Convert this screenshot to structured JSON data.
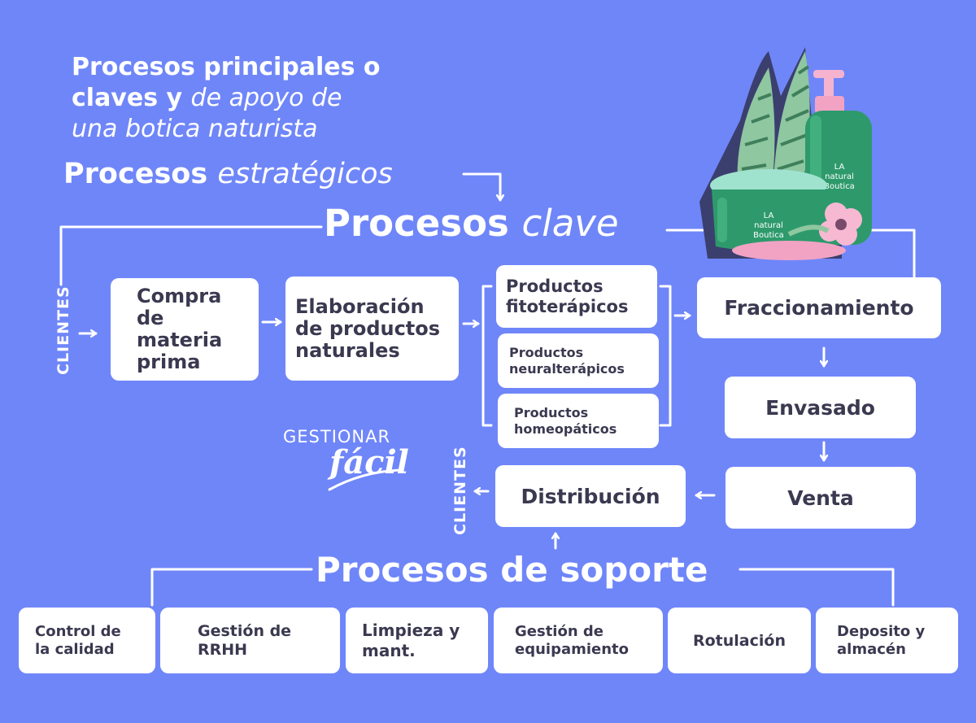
{
  "title": {
    "line1": "Procesos principales o",
    "line2_bold": "claves y",
    "line2_italic": "de apoyo de",
    "line3": "una botica naturista"
  },
  "strategic": {
    "bold": "Procesos",
    "italic": "estratégicos"
  },
  "key": {
    "bold": "Procesos",
    "italic": "clave"
  },
  "support": {
    "label": "Procesos de soporte"
  },
  "clients_label": "CLIENTES",
  "key_processes": {
    "purchase": [
      "Compra",
      "de",
      "materia",
      "prima"
    ],
    "production": [
      "Elaboración",
      "de productos",
      "naturales"
    ],
    "products": [
      [
        "Productos",
        "fitoterápicos"
      ],
      [
        "Productos",
        "neuralterápicos"
      ],
      [
        "Productos",
        "homeopáticos"
      ]
    ],
    "fractioning": "Fraccionamiento",
    "packaging": "Envasado",
    "sale": "Venta",
    "distribution": "Distribución"
  },
  "support_processes": [
    [
      "Control de",
      "la calidad"
    ],
    [
      "Gestión de",
      "RRHH"
    ],
    [
      "Limpieza y",
      "mant."
    ],
    [
      "Gestión de",
      "equipamiento"
    ],
    [
      "Rotulación"
    ],
    [
      "Deposito y",
      "almacén"
    ]
  ],
  "logo": {
    "top": "GESTIONAR",
    "bottom": "fácil"
  },
  "product_label": [
    "LA",
    "natural",
    "Boutica"
  ],
  "colors": {
    "background": "#6f86f9",
    "box": "#ffffff",
    "text_dark": "#3a3950",
    "bottle": "#2e9a6c",
    "pink": "#f2a3c4"
  }
}
